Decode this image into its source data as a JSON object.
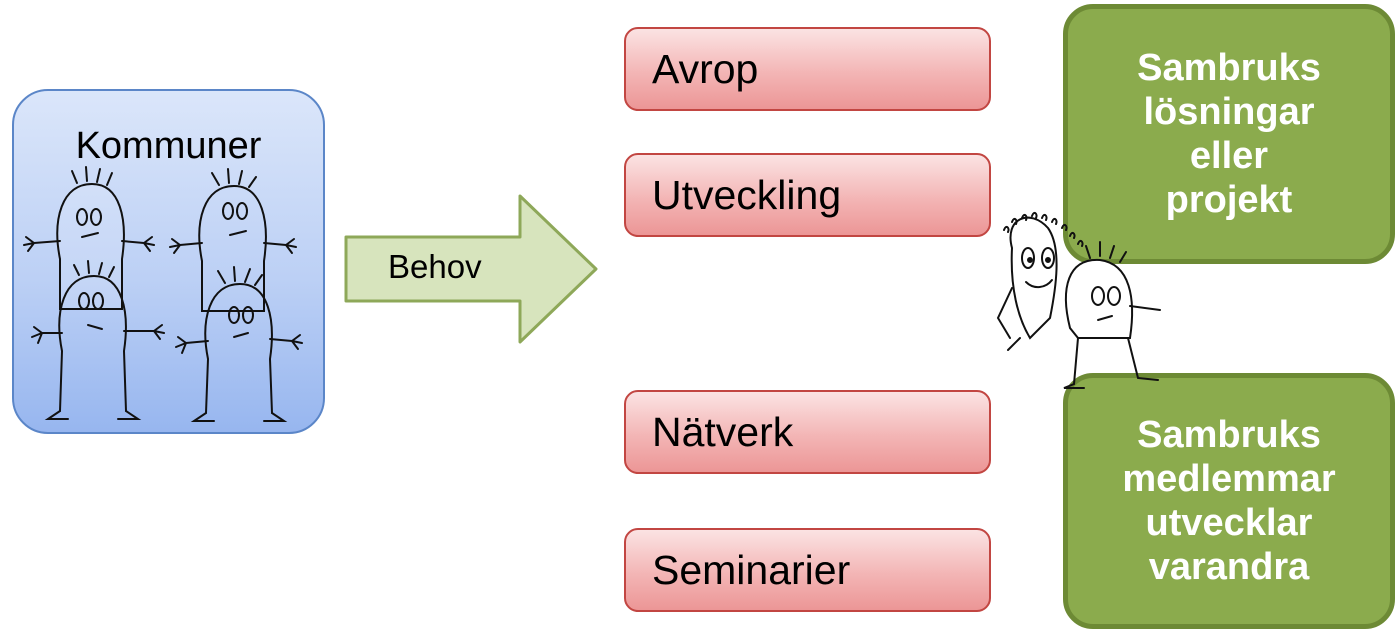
{
  "kommuner": {
    "label": "Kommuner"
  },
  "arrow": {
    "label": "Behov"
  },
  "activities": [
    {
      "label": "Avrop"
    },
    {
      "label": "Utveckling"
    },
    {
      "label": "Nätverk"
    },
    {
      "label": "Seminarier"
    }
  ],
  "outcomes": [
    {
      "lines": [
        "Sambruks",
        "lösningar",
        "eller",
        "projekt"
      ]
    },
    {
      "lines": [
        "Sambruks",
        "medlemmar",
        "utvecklar",
        "varandra"
      ]
    }
  ],
  "colors": {
    "kommuner_fill": "#bcd0f5",
    "kommuner_border": "#5b86c8",
    "arrow_fill": "#d7e4bd",
    "arrow_border": "#8ea859",
    "activity_fill": "#f3b5b5",
    "activity_border": "#c24642",
    "outcome_fill": "#8bab4d",
    "outcome_border": "#6d8a35"
  }
}
